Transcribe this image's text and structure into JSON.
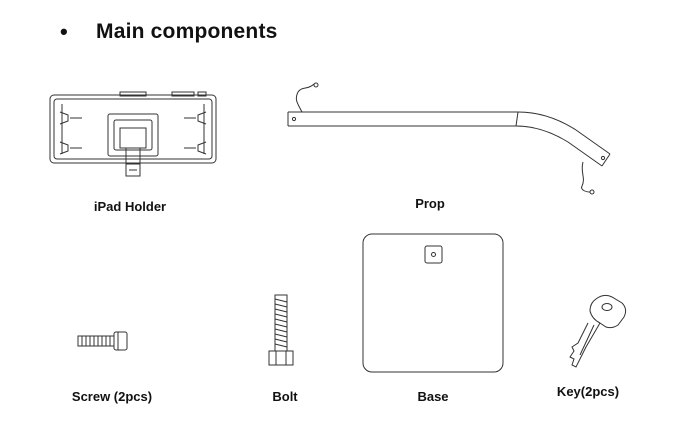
{
  "section": {
    "bullet": "•",
    "title": "Main components"
  },
  "components": [
    {
      "label": "iPad  Holder",
      "icon": "ipad-holder-icon"
    },
    {
      "label": "Prop",
      "icon": "prop-icon"
    },
    {
      "label": "Screw (2pcs)",
      "icon": "screw-icon"
    },
    {
      "label": "Bolt",
      "icon": "bolt-icon"
    },
    {
      "label": "Base",
      "icon": "base-icon"
    },
    {
      "label": "Key(2pcs)",
      "icon": "key-icon"
    }
  ],
  "colors": {
    "line": "#333333",
    "text": "#111111",
    "background": "#ffffff"
  }
}
